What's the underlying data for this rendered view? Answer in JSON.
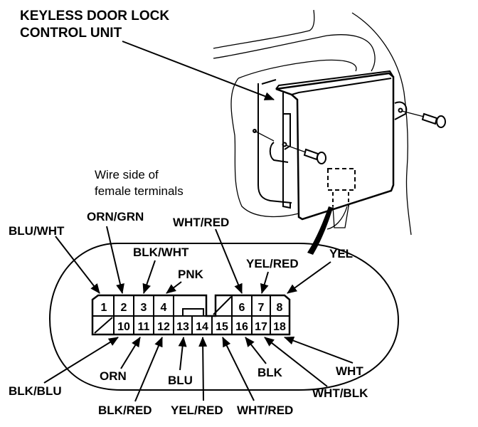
{
  "title": {
    "line1": "KEYLESS DOOR LOCK",
    "line2": "CONTROL UNIT"
  },
  "note": {
    "line1": "Wire side of",
    "line2": "female terminals"
  },
  "connector": {
    "top_row": [
      {
        "pin": "1",
        "wire": "BLU/WHT"
      },
      {
        "pin": "2",
        "wire": "ORN/GRN"
      },
      {
        "pin": "3",
        "wire": "BLK/WHT"
      },
      {
        "pin": "4",
        "wire": "PNK"
      },
      {
        "pin": "",
        "wire": "",
        "unused": true
      },
      {
        "pin": "6",
        "wire": "WHT/RED"
      },
      {
        "pin": "7",
        "wire": "YEL/RED"
      },
      {
        "pin": "8",
        "wire": "YEL"
      }
    ],
    "bottom_row": [
      {
        "pin": "",
        "wire": "",
        "unused": true
      },
      {
        "pin": "10",
        "wire": "BLK/BLU"
      },
      {
        "pin": "11",
        "wire": "ORN"
      },
      {
        "pin": "12",
        "wire": "BLK/RED"
      },
      {
        "pin": "13",
        "wire": "BLU"
      },
      {
        "pin": "14",
        "wire": "YEL/RED"
      },
      {
        "pin": "15",
        "wire": "WHT/RED"
      },
      {
        "pin": "16",
        "wire": "BLK"
      },
      {
        "pin": "17",
        "wire": "WHT/BLK"
      },
      {
        "pin": "18",
        "wire": "WHT"
      }
    ]
  },
  "icons": [
    "control-unit-illustration",
    "screw-icon",
    "connector-outline",
    "arrow-pointer"
  ]
}
